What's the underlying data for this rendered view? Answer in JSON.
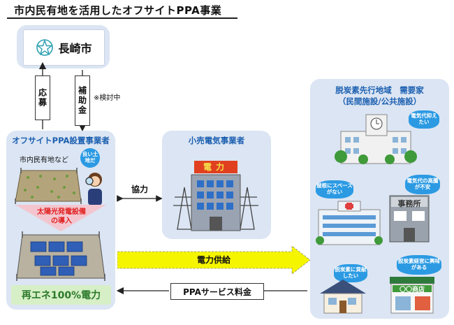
{
  "title": "市内民有地を活用したオフサイトPPA事業",
  "city": {
    "name": "長崎市",
    "icon": "nagasaki-emblem-icon"
  },
  "flow_up": "応募",
  "flow_down": "補助金",
  "note": "※検討中",
  "panels": {
    "left": {
      "title": "オフサイトPPA設置事業者",
      "land_label": "市内民有地など",
      "bubble": "良い土地だ",
      "solar_label": "太陽光発電設備の導入",
      "renewable": "再エネ100%電力"
    },
    "middle": {
      "title": "小売電気事業者",
      "building_sign": "電力"
    },
    "right": {
      "title": "脱炭素先行地域　需要家",
      "subtitle": "（民間施設/公共施設）",
      "bubbles": {
        "school": "電気代抑えたい",
        "hospital": "屋根にスペースがない",
        "office": "電気代の高騰が不安",
        "house": "脱炭素に貢献したい",
        "shop": "脱炭素経営に興味がある"
      },
      "office_sign": "事務所",
      "shop_sign": "〇〇商店"
    }
  },
  "arrows": {
    "cooperation": "協力",
    "supply": "電力供給",
    "fee": "PPAサービス料金"
  },
  "colors": {
    "panel_bg": "#dbe5f3",
    "title_blue": "#1b5fb0",
    "bubble_blue": "#2b9ae3",
    "supply_arrow": "#f5f500",
    "renew_bg": "#d6efc6",
    "red": "#e02020"
  }
}
